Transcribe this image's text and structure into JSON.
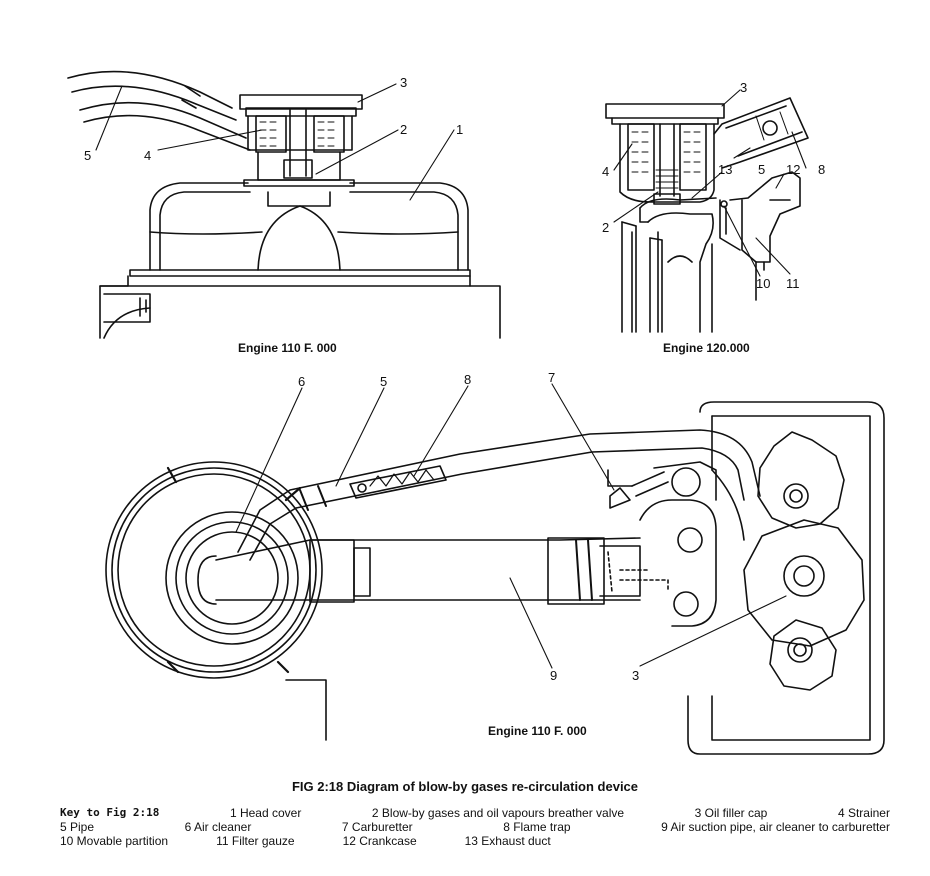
{
  "captions": {
    "engine_110_top": "Engine 110 F. 000",
    "engine_120": "Engine 120.000",
    "engine_110_bottom": "Engine 110 F. 000"
  },
  "callouts": {
    "top_left": [
      "3",
      "2",
      "1",
      "5",
      "4"
    ],
    "top_right": [
      "3",
      "4",
      "13",
      "5",
      "8",
      "12",
      "2",
      "10",
      "11"
    ],
    "bottom": [
      "6",
      "5",
      "8",
      "7",
      "9",
      "3"
    ]
  },
  "figure_title": "FIG 2:18   Diagram of blow-by gases re-circulation device",
  "key": {
    "title": "Key to Fig 2:18",
    "items": [
      "1  Head cover",
      "2  Blow-by gases and oil vapours breather valve",
      "3  Oil filler cap",
      "4  Strainer",
      "5  Pipe",
      "6  Air cleaner",
      "7  Carburetter",
      "8  Flame trap",
      "9  Air suction pipe, air cleaner to carburetter",
      "10  Movable partition",
      "11  Filter gauze",
      "12  Crankcase",
      "13  Exhaust duct"
    ]
  }
}
